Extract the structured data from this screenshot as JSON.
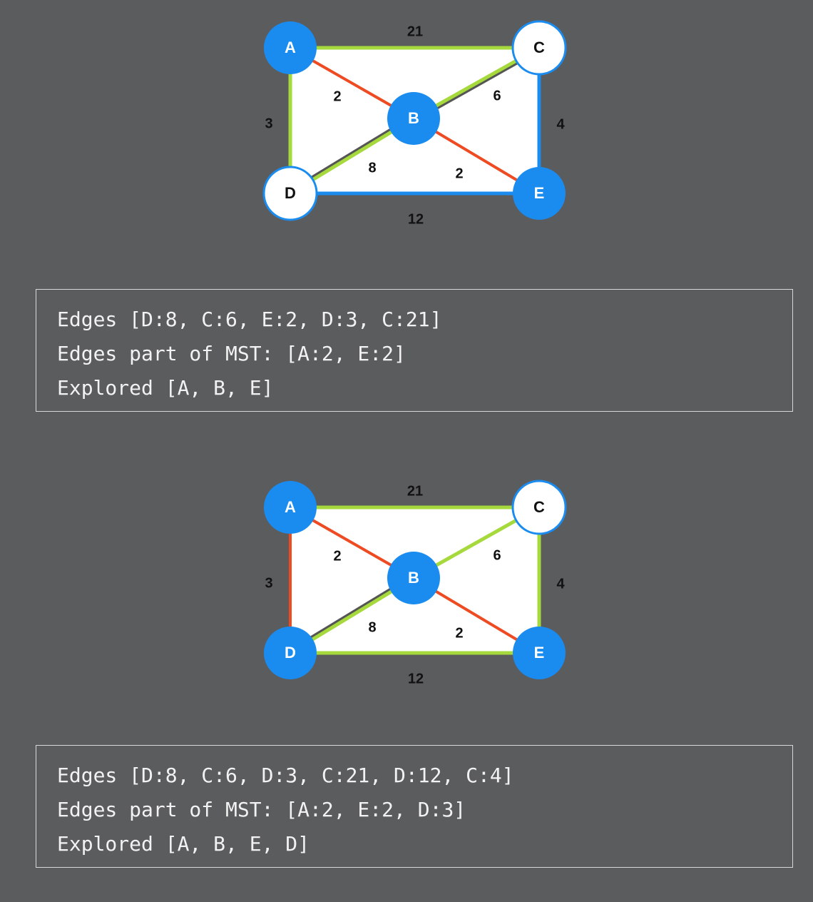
{
  "colors": {
    "background": "#5b5c5e",
    "node_blue": "#1a8cf0",
    "node_white": "#ffffff",
    "node_border": "#1a8cf0",
    "edge_green": "#a6d93c",
    "edge_red": "#ee4b23",
    "edge_blue": "#1a8cf0",
    "edge_dark": "#555555",
    "fill_white": "#ffffff"
  },
  "graphs": [
    {
      "nodes": [
        {
          "id": "A",
          "label": "A",
          "state": "explored"
        },
        {
          "id": "B",
          "label": "B",
          "state": "explored"
        },
        {
          "id": "C",
          "label": "C",
          "state": "unexplored"
        },
        {
          "id": "D",
          "label": "D",
          "state": "unexplored"
        },
        {
          "id": "E",
          "label": "E",
          "state": "explored"
        }
      ],
      "edges": [
        {
          "from": "A",
          "to": "C",
          "weight": "21",
          "status": "candidate"
        },
        {
          "from": "A",
          "to": "D",
          "weight": "3",
          "status": "candidate"
        },
        {
          "from": "A",
          "to": "B",
          "weight": "2",
          "status": "mst"
        },
        {
          "from": "B",
          "to": "C",
          "weight": "6",
          "status": "candidate-dark"
        },
        {
          "from": "B",
          "to": "D",
          "weight": "8",
          "status": "candidate-dark"
        },
        {
          "from": "B",
          "to": "E",
          "weight": "2",
          "status": "mst"
        },
        {
          "from": "C",
          "to": "E",
          "weight": "4",
          "status": "blue"
        },
        {
          "from": "D",
          "to": "E",
          "weight": "12",
          "status": "blue"
        }
      ]
    },
    {
      "nodes": [
        {
          "id": "A",
          "label": "A",
          "state": "explored"
        },
        {
          "id": "B",
          "label": "B",
          "state": "explored"
        },
        {
          "id": "C",
          "label": "C",
          "state": "unexplored"
        },
        {
          "id": "D",
          "label": "D",
          "state": "explored"
        },
        {
          "id": "E",
          "label": "E",
          "state": "explored"
        }
      ],
      "edges": [
        {
          "from": "A",
          "to": "C",
          "weight": "21",
          "status": "candidate"
        },
        {
          "from": "A",
          "to": "D",
          "weight": "3",
          "status": "mst"
        },
        {
          "from": "A",
          "to": "B",
          "weight": "2",
          "status": "mst"
        },
        {
          "from": "B",
          "to": "C",
          "weight": "6",
          "status": "candidate"
        },
        {
          "from": "B",
          "to": "D",
          "weight": "8",
          "status": "candidate-dark"
        },
        {
          "from": "B",
          "to": "E",
          "weight": "2",
          "status": "mst"
        },
        {
          "from": "C",
          "to": "E",
          "weight": "4",
          "status": "candidate"
        },
        {
          "from": "D",
          "to": "E",
          "weight": "12",
          "status": "candidate"
        }
      ]
    }
  ],
  "states": [
    {
      "edges_line": "Edges [D:8, C:6, E:2, D:3, C:21]",
      "mst_line": "Edges part of MST: [A:2, E:2]",
      "explored_line": "Explored [A, B, E]"
    },
    {
      "edges_line": "Edges [D:8, C:6, D:3, C:21, D:12, C:4]",
      "mst_line": "Edges part of MST: [A:2, E:2, D:3]",
      "explored_line": "Explored [A, B, E, D]"
    }
  ]
}
